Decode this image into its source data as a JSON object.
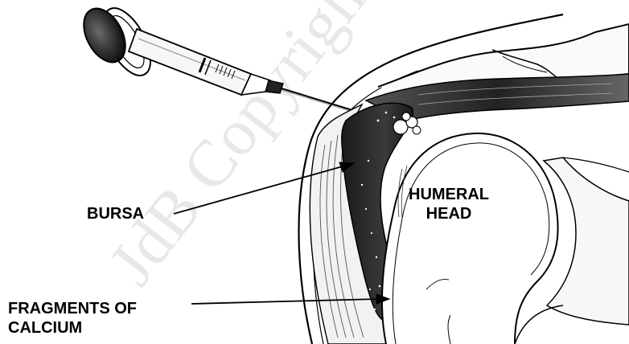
{
  "labels": {
    "bursa": "BURSA",
    "humeral_line1": "HUMERAL",
    "humeral_line2": "HEAD",
    "fragments_line1": "FRAGMENTS OF",
    "fragments_line2": "CALCIUM"
  },
  "watermark": "JdB Copyright",
  "colors": {
    "ink": "#000000",
    "bursa_fill": "#2a2a2a",
    "background": "#ffffff"
  }
}
